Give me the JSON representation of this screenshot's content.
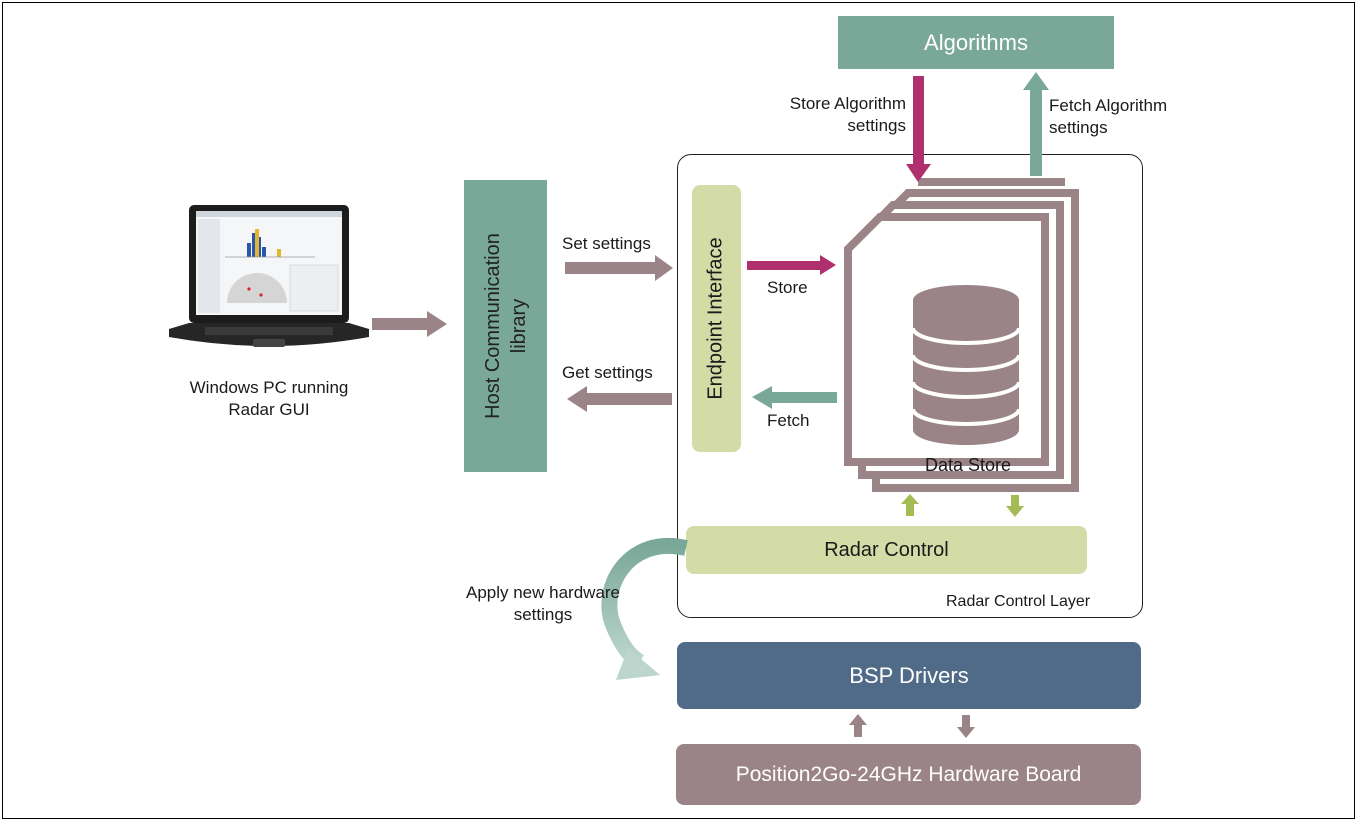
{
  "algorithms": "Algorithms",
  "store_algorithm_settings": [
    "Store Algorithm",
    "settings"
  ],
  "fetch_algorithm_settings": [
    "Fetch Algorithm",
    "settings"
  ],
  "windows_pc": [
    "Windows PC running",
    "Radar GUI"
  ],
  "host_library": [
    "Host Communication",
    "library"
  ],
  "set_settings": "Set settings",
  "get_settings": "Get settings",
  "endpoint_interface": "Endpoint Interface",
  "store": "Store",
  "fetch": "Fetch",
  "data_store": "Data Store",
  "radar_control": "Radar Control",
  "radar_control_layer": "Radar Control Layer",
  "apply_new_hw": [
    "Apply new hardware",
    "settings"
  ],
  "bsp_drivers": "BSP Drivers",
  "hardware_board": "Position2Go-24GHz Hardware Board",
  "colors": {
    "teal": "#7aa898",
    "light_green": "#d3dba6",
    "mauve": "#9b8487",
    "magenta": "#b0306e",
    "slate_blue": "#506b87",
    "arrow_green": "#a5bc54"
  }
}
